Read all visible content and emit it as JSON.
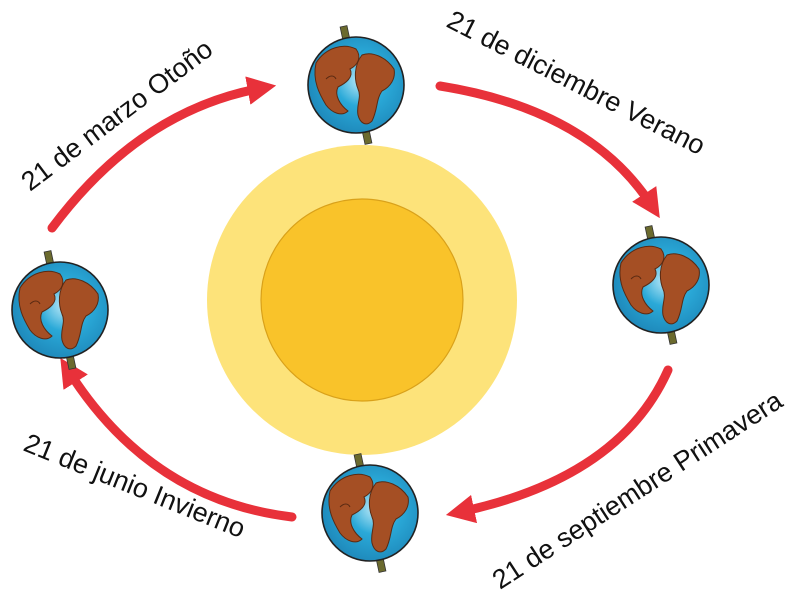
{
  "diagram": {
    "colors": {
      "arrow": "#e8313a",
      "sun_core": "#f9c32a",
      "sun_halo": "#fde37a",
      "ocean": "#2aa9d8",
      "land": "#a54f24",
      "axis": "#6b6a2e"
    },
    "labels": {
      "march": "21 de marzo Otoño",
      "december": "21 de diciembre Verano",
      "september": "21 de septiembre Primavera",
      "june": "21 de junio Invierno"
    },
    "icons": {
      "sun": "sun",
      "earth": "earth-globe",
      "arrow": "curved-arrow"
    }
  }
}
